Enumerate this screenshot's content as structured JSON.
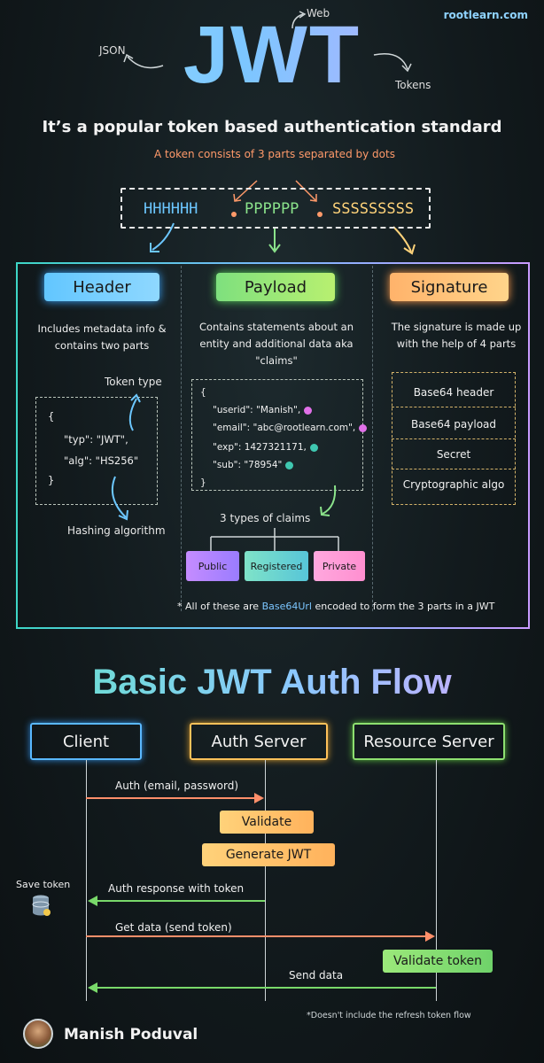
{
  "brand": "rootlearn.com",
  "title": "JWT",
  "tags": {
    "web": "Web",
    "json": "JSON",
    "tokens": "Tokens"
  },
  "subtitle": "It’s a popular token based authentication standard",
  "token": {
    "description": "A token consists of 3 parts separated by dots",
    "header_part": "HHHHHH",
    "payload_part": "PPPPPP",
    "signature_part": "SSSSSSSSS"
  },
  "header": {
    "title": "Header",
    "description": "Includes metadata info & contains two parts",
    "token_type_label": "Token type",
    "code_open": "{",
    "typ_line": "\"typ\": \"JWT\",",
    "alg_line": "\"alg\": \"HS256\"",
    "code_close": "}",
    "hashing_label": "Hashing algorithm"
  },
  "payload": {
    "title": "Payload",
    "description": "Contains statements about an entity and additional data aka \"claims\"",
    "code_open": "{",
    "lines": [
      {
        "text": "\"userid\": \"Manish\",",
        "color": "#e070e8"
      },
      {
        "text": "\"email\": \"abc@rootlearn.com\",",
        "color": "#e070e8"
      },
      {
        "text": "\"exp\": 1427321171,",
        "color": "#3fc7b0"
      },
      {
        "text": "\"sub\": \"78954\"",
        "color": "#3fc7b0"
      }
    ],
    "code_close": "}",
    "claims_label": "3 types of claims",
    "claims": [
      {
        "label": "Public",
        "color": "#b88cff"
      },
      {
        "label": "Registered",
        "color": "#63d7c2"
      },
      {
        "label": "Private",
        "color": "#ff9ad8"
      }
    ]
  },
  "signature": {
    "title": "Signature",
    "description": "The signature is made up with the help of 4 parts",
    "items": [
      "Base64 header",
      "Base64 payload",
      "Secret",
      "Cryptographic algo"
    ]
  },
  "encode_note_prefix": "* All of these are ",
  "encode_note_highlight": "Base64Url",
  "encode_note_suffix": " encoded to form the 3 parts in a JWT",
  "flow": {
    "title": "Basic JWT Auth Flow",
    "actors": {
      "client": "Client",
      "auth_server": "Auth Server",
      "resource_server": "Resource Server"
    },
    "messages": {
      "auth": "Auth (email, password)",
      "validate": "Validate",
      "generate": "Generate JWT",
      "save_token": "Save token",
      "auth_response": "Auth response with token",
      "get_data": "Get data (send token)",
      "validate_token": "Validate token",
      "send_data": "Send data"
    },
    "footnote": "*Doesn't include the refresh token flow"
  },
  "author": "Manish Poduval"
}
